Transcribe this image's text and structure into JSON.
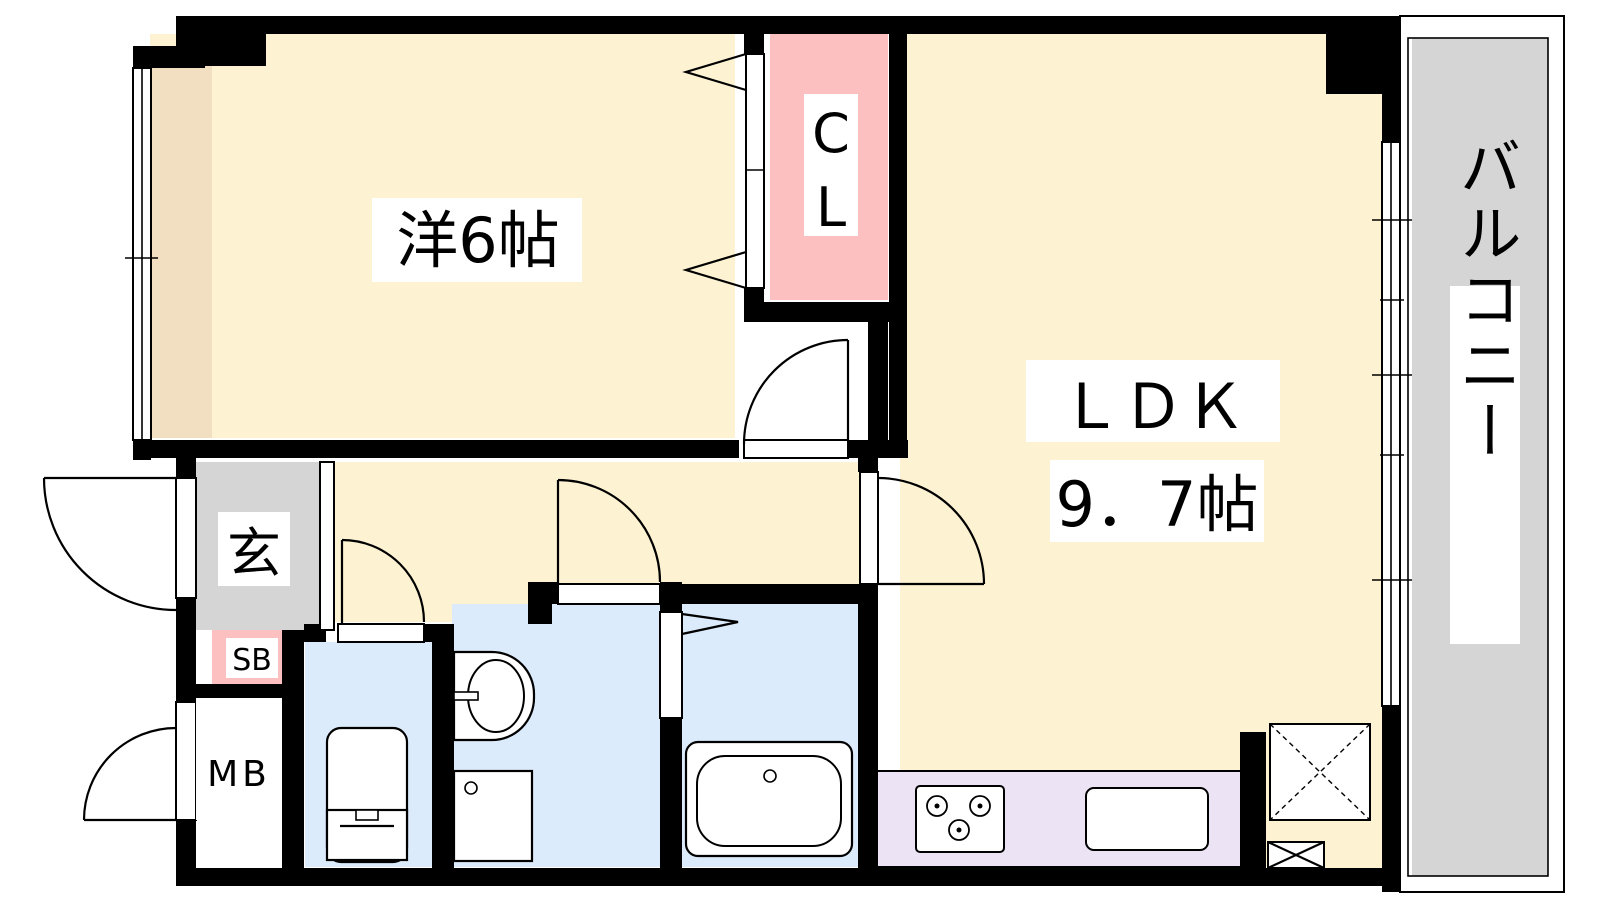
{
  "rooms": {
    "western_room": {
      "label": "洋6帖",
      "fill": "#fdf3d3"
    },
    "closet": {
      "label_c": "C",
      "label_l": "L",
      "fill": "#fcc0c0"
    },
    "ldk": {
      "label_top": "ＬＤＫ",
      "label_bottom": "9．7帖",
      "fill": "#fdf3d3"
    },
    "balcony": {
      "label": "バルコニー",
      "fill": "#d5d5d5"
    },
    "entrance": {
      "label": "玄",
      "fill": "#d5d5d5"
    },
    "shoe_box": {
      "label": "SB",
      "fill": "#fcc0c0"
    },
    "meter_box": {
      "label": "MB"
    },
    "toilet": {
      "fill": "#dcebfb"
    },
    "washroom": {
      "fill": "#dcebfb"
    },
    "bathroom": {
      "fill": "#dcebfb"
    },
    "kitchen": {
      "fill": "#ece3f4"
    },
    "hallway": {
      "fill": "#fdf3d3"
    },
    "window_strip": {
      "fill": "#f2dfc2"
    }
  },
  "colors": {
    "wall": "#000000",
    "background": "#ffffff"
  }
}
